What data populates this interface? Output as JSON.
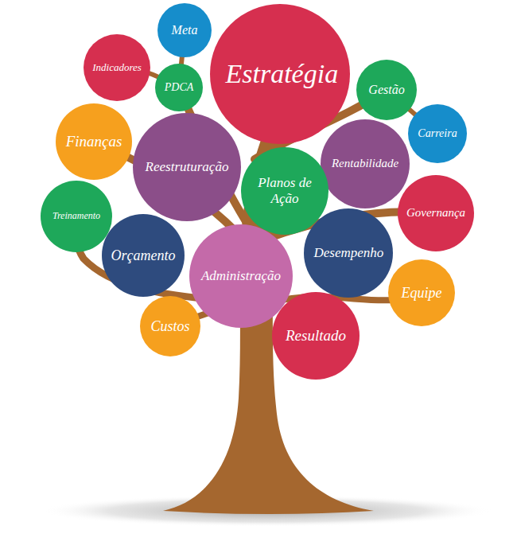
{
  "diagram": {
    "nodes": [
      {
        "text": [
          "Meta"
        ]
      },
      {
        "text": [
          "Indicadores"
        ]
      },
      {
        "text": [
          "Estratégia"
        ]
      },
      {
        "text": [
          "PDCA"
        ]
      },
      {
        "text": [
          "Gestão"
        ]
      },
      {
        "text": [
          "Carreira"
        ]
      },
      {
        "text": [
          "Finanças"
        ]
      },
      {
        "text": [
          "Reestruturação"
        ]
      },
      {
        "text": [
          "Rentabilidade"
        ]
      },
      {
        "text": [
          "Planos de Ação"
        ]
      },
      {
        "text": [
          "Governança"
        ]
      },
      {
        "text": [
          "Treinamento"
        ]
      },
      {
        "text": [
          "Desempenho"
        ]
      },
      {
        "text": [
          "Orçamento"
        ]
      },
      {
        "text": [
          "Administração"
        ]
      },
      {
        "text": [
          "Equipe"
        ]
      },
      {
        "text": [
          "Custos"
        ]
      },
      {
        "text": [
          "Resultado"
        ]
      }
    ]
  }
}
